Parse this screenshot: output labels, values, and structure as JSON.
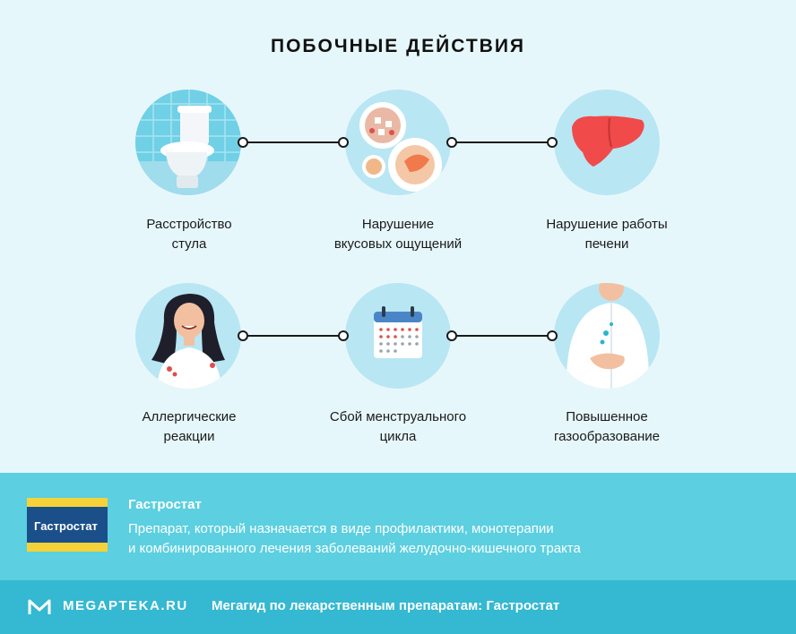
{
  "title": "ПОБОЧНЫЕ ДЕЙСТВИЯ",
  "effects": [
    {
      "line1": "Расстройство",
      "line2": "стула",
      "icon": "toilet-icon"
    },
    {
      "line1": "Нарушение",
      "line2": "вкусовых ощущений",
      "icon": "food-icon"
    },
    {
      "line1": "Нарушение работы",
      "line2": "печени",
      "icon": "liver-icon"
    },
    {
      "line1": "Аллергические",
      "line2": "реакции",
      "icon": "allergy-woman-icon"
    },
    {
      "line1": "Сбой менструального",
      "line2": "цикла",
      "icon": "calendar-icon"
    },
    {
      "line1": "Повышенное",
      "line2": "газообразование",
      "icon": "bloating-man-icon"
    }
  ],
  "drug": {
    "name": "Гастростат",
    "desc_line1": "Препарат, который назначается в виде профилактики, монотерапии",
    "desc_line2": "и комбинированного лечения заболеваний желудочно-кишечного тракта",
    "package_label": "Гастростат"
  },
  "footer": {
    "brand": "MEGAPTEKA.RU",
    "text": "Мегагид по лекарственным препаратам: Гастростат"
  },
  "colors": {
    "background": "#e6f7fb",
    "circle": "#b9e6f3",
    "band": "#5ccfe0",
    "footer": "#35b8d1"
  }
}
